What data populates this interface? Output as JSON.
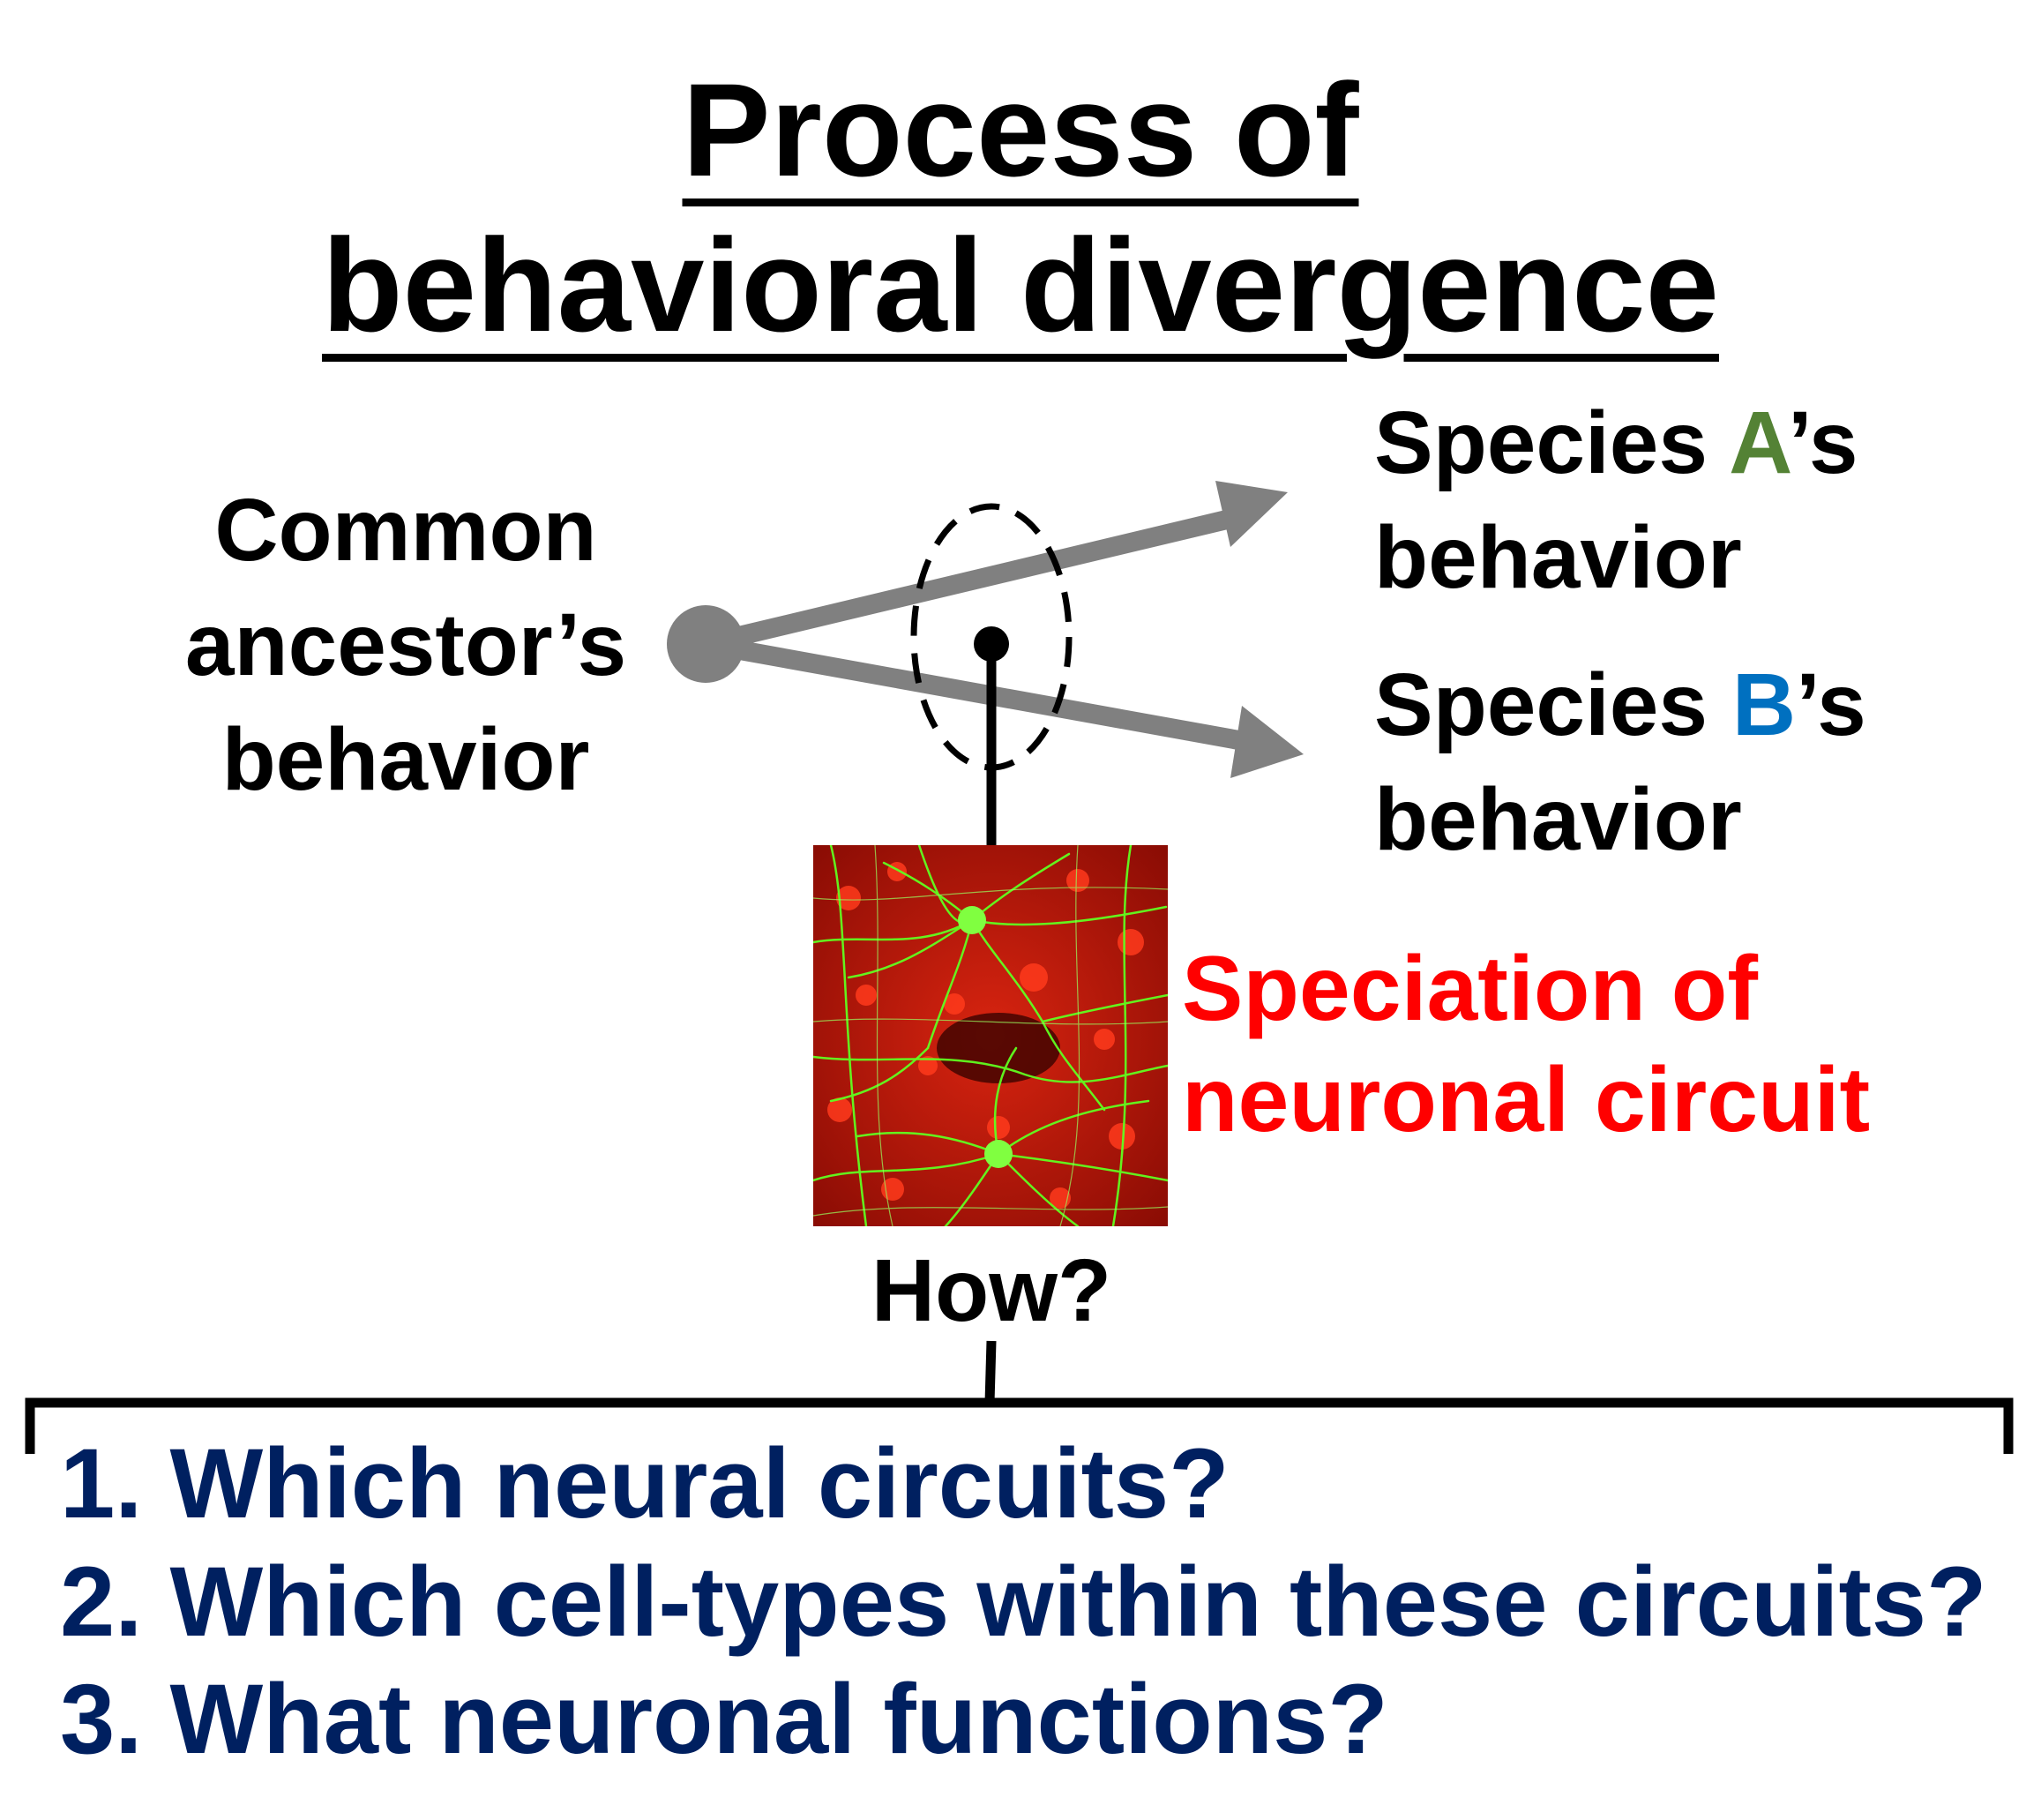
{
  "title": {
    "line1": "Process of",
    "line2": "behavioral divergence"
  },
  "ancestor": {
    "line1": "Common",
    "line2": "ancestor’s",
    "line3": "behavior"
  },
  "species_a": {
    "prefix": "Species ",
    "letter": "A",
    "suffix": "’s",
    "line2": "behavior",
    "letter_color": "#548235"
  },
  "species_b": {
    "prefix": "Species ",
    "letter": "B",
    "suffix": "’s",
    "line2": "behavior",
    "letter_color": "#0070c0"
  },
  "speciation": {
    "line1": "Speciation of",
    "line2": "neuronal circuit",
    "color": "#ff0000"
  },
  "how_label": "How?",
  "questions": {
    "color": "#002060",
    "items": [
      "1. Which neural circuits?",
      "2. Which cell-types within these circuits?",
      "3. What neuronal functions?"
    ]
  },
  "colors": {
    "arrow": "#808080",
    "text": "#000000"
  },
  "image": {
    "kind": "fluorescence micrograph of neurons",
    "palette": [
      "#b01000",
      "#ff2a10",
      "#60ff20"
    ]
  }
}
